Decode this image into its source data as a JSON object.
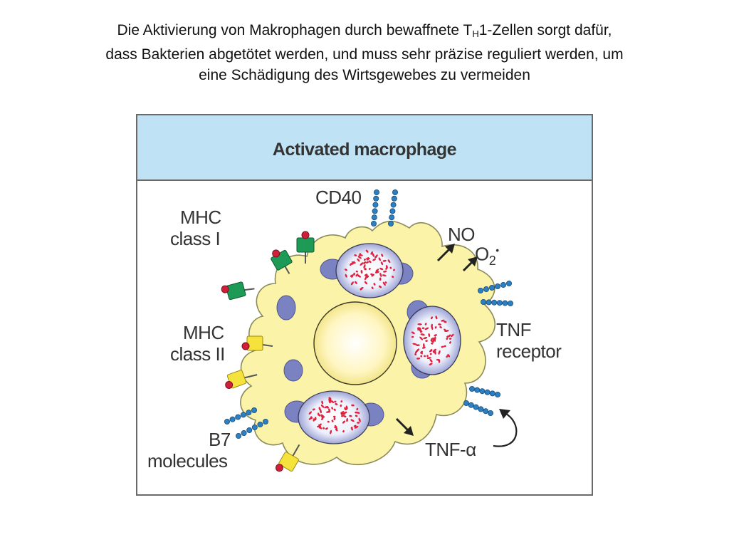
{
  "slide": {
    "title_part1": "Die Aktivierung von Makrophagen durch bewaffnete T",
    "title_sub": "H",
    "title_part2": "1-Zellen sorgt dafür,",
    "title_line2": "dass Bakterien abgetötet werden, und muss sehr präzise reguliert werden, um",
    "title_line3": "eine Schädigung des Wirtsgewebes zu vermeiden"
  },
  "figure": {
    "title": "Activated macrophage",
    "labels": {
      "cd40": "CD40",
      "mhc1_line1": "MHC",
      "mhc1_line2": "class I",
      "mhc2_line1": "MHC",
      "mhc2_line2": "class II",
      "b7_line1": "B7",
      "b7_line2": "molecules",
      "no": "NO",
      "o2": "O",
      "o2_sub": "2",
      "o2_sup": "•",
      "tnf_receptor_line1": "TNF",
      "tnf_receptor_line2": "receptor",
      "tnf_alpha": "TNF-α"
    },
    "colors": {
      "header_bg": "#bfe3f5",
      "cytoplasm": "#fbf3a8",
      "nucleus": "#fffce0",
      "mhc1": "#1e9a57",
      "mhc2": "#f5e23c",
      "receptor_beads": "#2c7fc0",
      "peptide_dot": "#d11f3a",
      "bacteria": "#e0213e",
      "lysosome": "#7b82c2",
      "arrow": "#222222"
    }
  }
}
